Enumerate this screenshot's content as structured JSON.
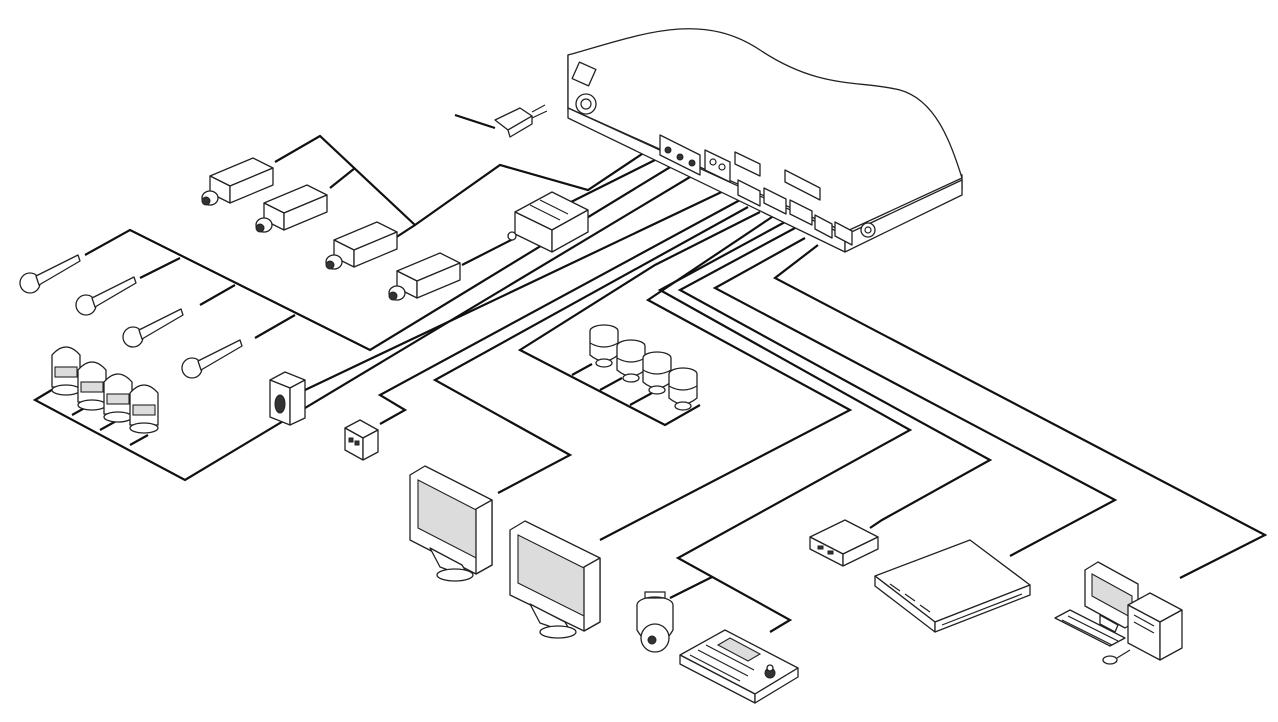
{
  "diagram": {
    "type": "cctv-dvr-connection-diagram",
    "devices": [
      {
        "name": "dvr-unit",
        "icon": "dvr-icon"
      },
      {
        "name": "power-cord",
        "icon": "power-plug-icon"
      },
      {
        "name": "box-cameras",
        "icon": "box-camera-icon",
        "count": 4
      },
      {
        "name": "video-balun",
        "icon": "balun-icon"
      },
      {
        "name": "microphones",
        "icon": "microphone-icon",
        "count": 4
      },
      {
        "name": "pir-sensors",
        "icon": "pir-sensor-icon",
        "count": 4
      },
      {
        "name": "speaker",
        "icon": "speaker-icon"
      },
      {
        "name": "alarm-output-box",
        "icon": "alarm-box-icon"
      },
      {
        "name": "dome-cameras",
        "icon": "dome-camera-icon",
        "count": 4
      },
      {
        "name": "main-monitor",
        "icon": "monitor-icon"
      },
      {
        "name": "spot-monitor",
        "icon": "monitor-icon"
      },
      {
        "name": "ptz-dome-camera",
        "icon": "ptz-camera-icon"
      },
      {
        "name": "ptz-keyboard-controller",
        "icon": "keyboard-controller-icon"
      },
      {
        "name": "rs232-adapter",
        "icon": "adapter-box-icon"
      },
      {
        "name": "network-switch",
        "icon": "network-switch-icon"
      },
      {
        "name": "remote-pc",
        "icon": "desktop-pc-icon"
      }
    ],
    "colors": {
      "line": "#111111",
      "background": "#ffffff",
      "fill": "#ffffff",
      "shade": "#dcdcdc"
    }
  }
}
